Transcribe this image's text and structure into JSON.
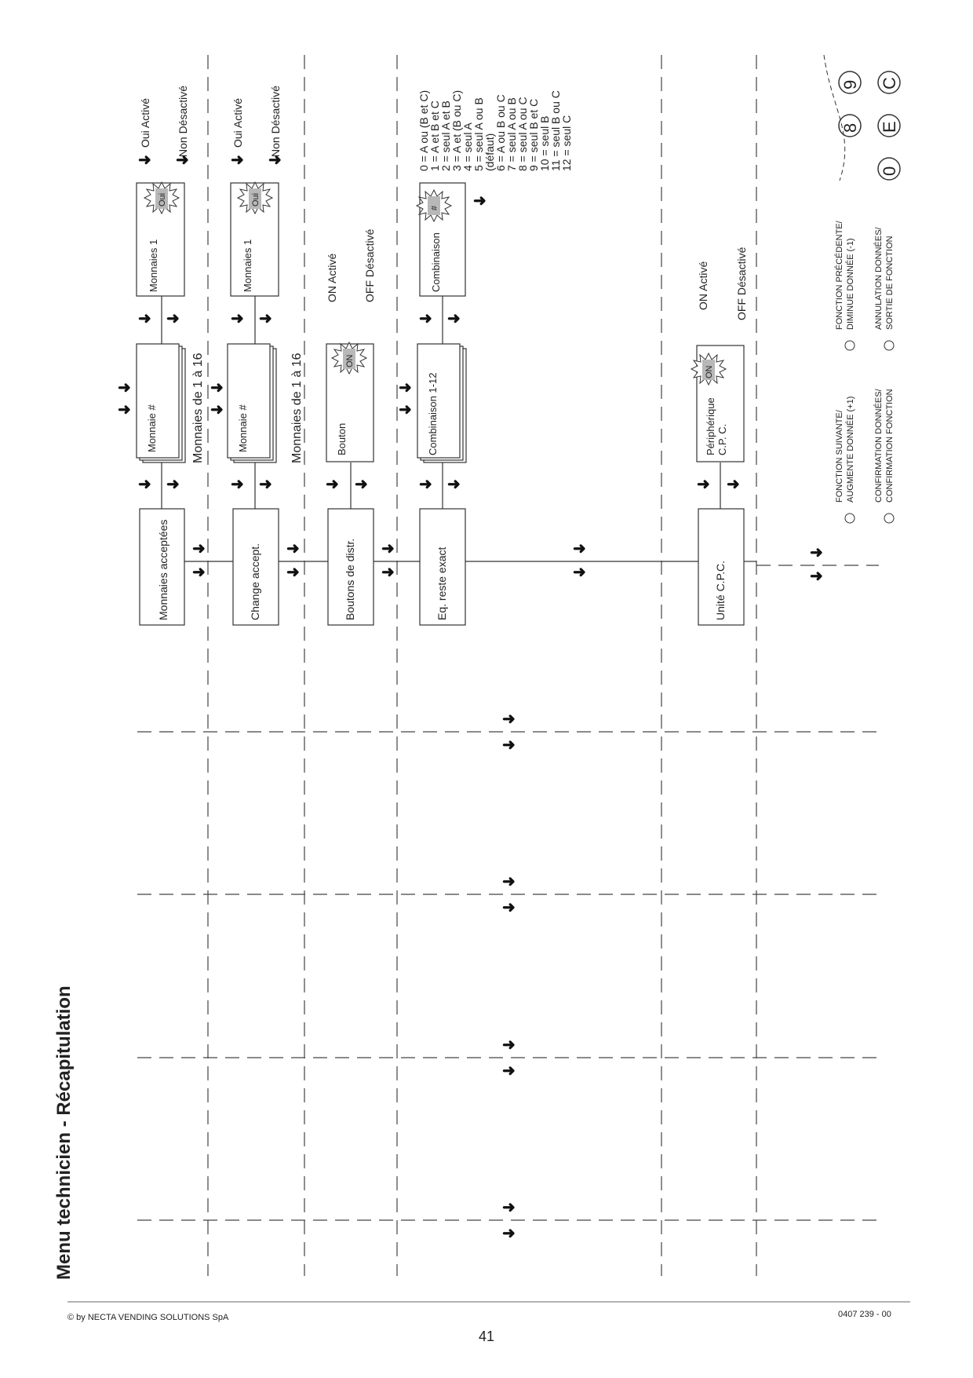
{
  "title": "Menu technicien - Récapitulation",
  "footer": {
    "copyright": "© by NECTA VENDING SOLUTIONS SpA",
    "page_number": "41",
    "doc_code": "0407 239 - 00"
  },
  "rows": {
    "r1": {
      "main": "Monnaies  acceptées",
      "sub": "Monnaie #",
      "range": "Monnaies de 1 à 16",
      "detail": "Monnaies 1",
      "burst": "Oui",
      "opt_on": "Oui  Activé",
      "opt_off": "Non Désactivé"
    },
    "r2": {
      "main": "Change  accept.",
      "sub": "Monnaie #",
      "range": "Monnaies de 1 à 16",
      "detail": "Monnaies 1",
      "burst": "Oui",
      "opt_on": "Oui  Activé",
      "opt_off": "Non Désactivé"
    },
    "r3": {
      "main": "Boutons  de  distr.",
      "sub": "Bouton",
      "burst": "ON",
      "opt_on": "ON  Activé",
      "opt_off": "OFF  Désactivé"
    },
    "r4": {
      "main": "Eq.  reste  exact",
      "sub": "Combinaison  1-12",
      "detail": "Combinaison",
      "burst": "#",
      "combos": [
        "0 = A ou (B et C)",
        "1 = A et B et C",
        "2 = seul A et B",
        "3 = A et (B ou C)",
        "4 = seul A",
        "5 = seul A ou B",
        "(défaut)",
        "6 = A ou B ou C",
        "7 = seul A ou B",
        "8 = seul A ou C",
        "9 = seul B et C",
        "10 = seul B",
        "11 = seul B ou C",
        "12 = seul C"
      ]
    },
    "r5": {
      "main": "Unité  C.P.C.",
      "sub_line1": "Périphérique",
      "sub_line2": "C.P. C.",
      "burst": "ON",
      "opt_on": "ON  Activé",
      "opt_off": "OFF  Désactivé"
    }
  },
  "legend": {
    "next_line1": "FONCTION SUIVANTE/",
    "next_line2": "AUGMENTE DONNÉE (+1)",
    "prev_line1": "FONCTION PRÉCÉDENTE/",
    "prev_line2": "DIMINUE DONNÉE (-1)",
    "confirm_line1": "CONFIRMATION DONNÉES/",
    "confirm_line2": "CONFIRMATION FONCTION",
    "cancel_line1": "ANNULATION DONNÉES/",
    "cancel_line2": "SORTIE DE FONCTION",
    "key_0": "0",
    "key_e": "E",
    "key_8": "8",
    "key_9": "9",
    "key_c": "C"
  }
}
